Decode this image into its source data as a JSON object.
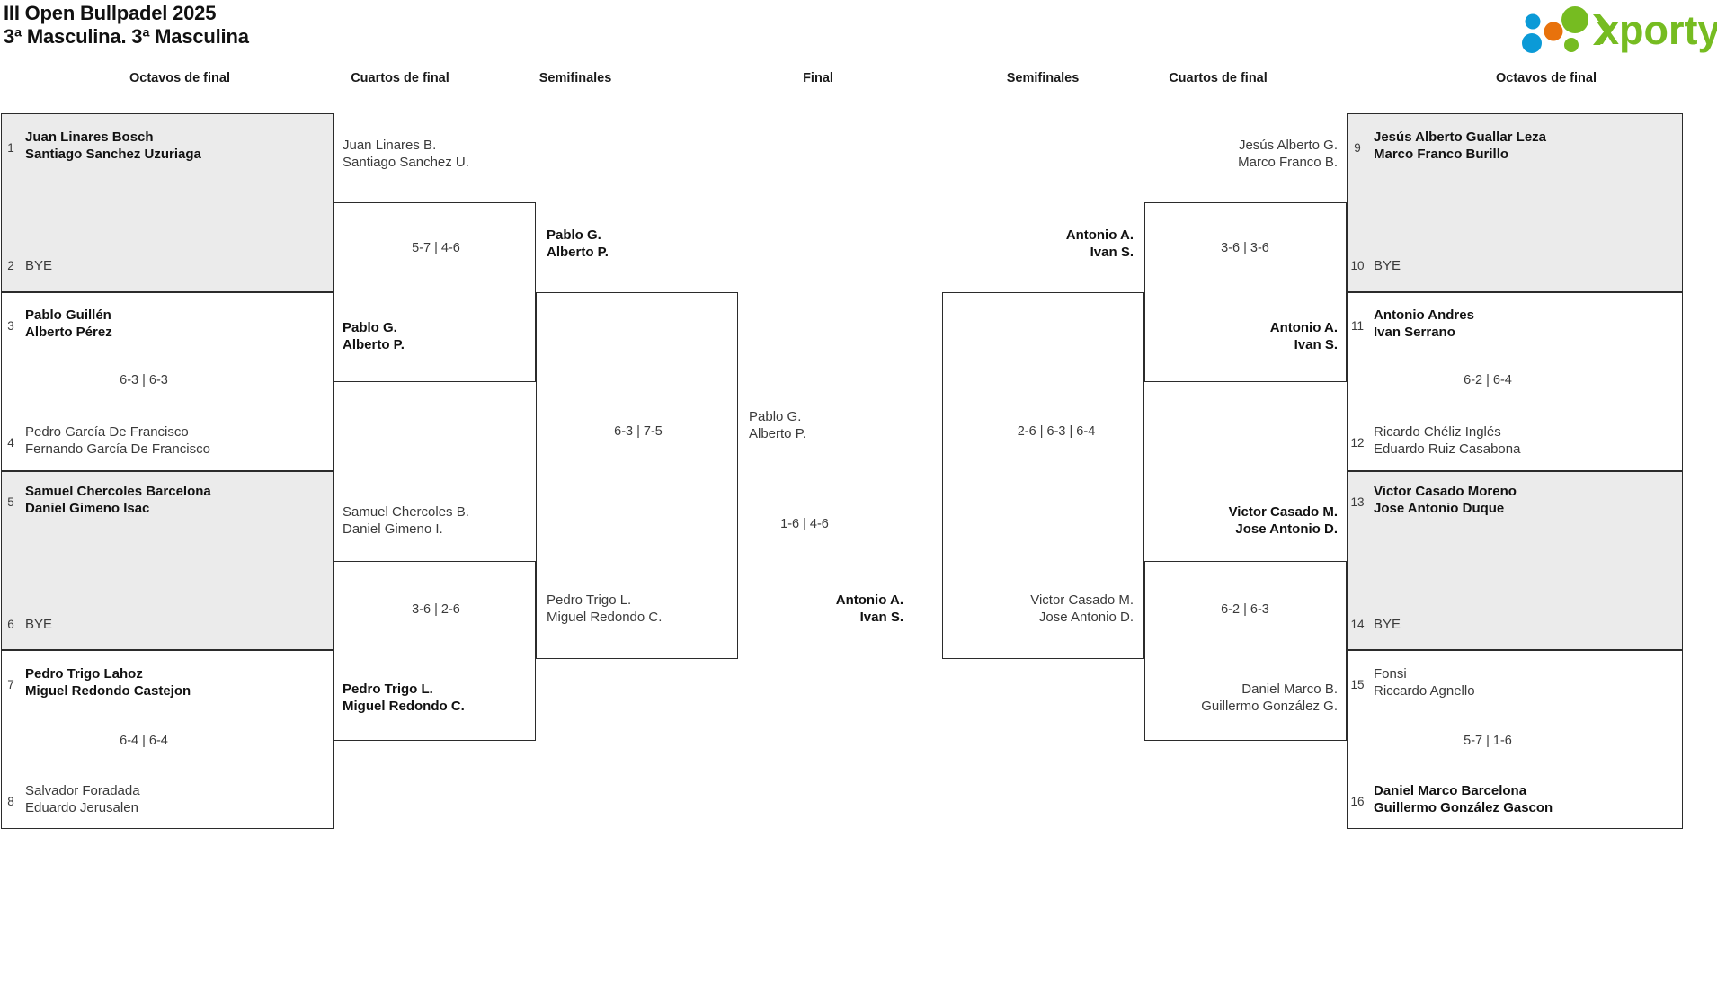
{
  "header": {
    "title_line1": "III Open Bullpadel 2025",
    "title_line2": "3ª Masculina. 3ª Masculina",
    "logo_text": "xporty",
    "logo_colors": {
      "green": "#76bc21",
      "blue": "#0b9ad7",
      "orange": "#e8720c"
    }
  },
  "round_labels": {
    "left_r16": "Octavos de final",
    "left_qf": "Cuartos de final",
    "left_sf": "Semifinales",
    "final": "Final",
    "right_sf": "Semifinales",
    "right_qf": "Cuartos de final",
    "right_r16": "Octavos de final"
  },
  "labels": {
    "bye": "BYE"
  },
  "bracket": {
    "left": {
      "r16": [
        {
          "seed_top": "1",
          "seed_bot": "2",
          "top": {
            "p1": "Juan Linares Bosch",
            "p2": "Santiago Sanchez Uzuriaga",
            "result": "win"
          },
          "bottom": {
            "p1": "BYE",
            "p2": "",
            "result": "bye"
          },
          "score": "",
          "shaded": true
        },
        {
          "seed_top": "3",
          "seed_bot": "4",
          "top": {
            "p1": "Pablo Guillén",
            "p2": "Alberto Pérez",
            "result": "win"
          },
          "bottom": {
            "p1": "Pedro García De Francisco",
            "p2": "Fernando García De Francisco",
            "result": "lose"
          },
          "score": "6-3 | 6-3",
          "shaded": false
        },
        {
          "seed_top": "5",
          "seed_bot": "6",
          "top": {
            "p1": "Samuel Chercoles Barcelona",
            "p2": "Daniel Gimeno Isac",
            "result": "win"
          },
          "bottom": {
            "p1": "BYE",
            "p2": "",
            "result": "bye"
          },
          "score": "",
          "shaded": true
        },
        {
          "seed_top": "7",
          "seed_bot": "8",
          "top": {
            "p1": "Pedro Trigo Lahoz",
            "p2": "Miguel Redondo Castejon",
            "result": "win"
          },
          "bottom": {
            "p1": "Salvador Foradada",
            "p2": "Eduardo Jerusalen",
            "result": "lose"
          },
          "score": "6-4 | 6-4",
          "shaded": false
        }
      ],
      "qf": [
        {
          "top": {
            "p1": "Juan Linares B.",
            "p2": "Santiago Sanchez U.",
            "result": "lose"
          },
          "bottom": {
            "p1": "Pablo G.",
            "p2": "Alberto P.",
            "result": "win"
          },
          "score": "5-7 | 4-6"
        },
        {
          "top": {
            "p1": "Samuel Chercoles B.",
            "p2": "Daniel Gimeno I.",
            "result": "lose"
          },
          "bottom": {
            "p1": "Pedro Trigo L.",
            "p2": "Miguel Redondo C.",
            "result": "win"
          },
          "score": "3-6 | 2-6"
        }
      ],
      "sf": [
        {
          "top": {
            "p1": "Pablo G.",
            "p2": "Alberto P.",
            "result": "win"
          },
          "bottom": {
            "p1": "Pedro Trigo L.",
            "p2": "Miguel Redondo C.",
            "result": "lose"
          },
          "score": "6-3 | 7-5"
        }
      ]
    },
    "final": {
      "top": {
        "p1": "Pablo G.",
        "p2": "Alberto P.",
        "result": "lose"
      },
      "bottom": {
        "p1": "Antonio A.",
        "p2": "Ivan S.",
        "result": "win"
      },
      "score": "1-6 | 4-6"
    },
    "right": {
      "sf": [
        {
          "top": {
            "p1": "Antonio A.",
            "p2": "Ivan S.",
            "result": "win"
          },
          "bottom": {
            "p1": "Victor Casado M.",
            "p2": "Jose Antonio D.",
            "result": "lose"
          },
          "score": "2-6 | 6-3 | 6-4"
        }
      ],
      "qf": [
        {
          "top": {
            "p1": "Jesús Alberto G.",
            "p2": "Marco Franco B.",
            "result": "lose"
          },
          "bottom": {
            "p1": "Antonio A.",
            "p2": "Ivan S.",
            "result": "win"
          },
          "score": "3-6 | 3-6"
        },
        {
          "top": {
            "p1": "Victor Casado M.",
            "p2": "Jose Antonio D.",
            "result": "win"
          },
          "bottom": {
            "p1": "Daniel Marco B.",
            "p2": "Guillermo González G.",
            "result": "lose"
          },
          "score": "6-2 | 6-3"
        }
      ],
      "r16": [
        {
          "seed_top": "9",
          "seed_bot": "10",
          "top": {
            "p1": "Jesús Alberto Guallar Leza",
            "p2": "Marco Franco Burillo",
            "result": "win"
          },
          "bottom": {
            "p1": "BYE",
            "p2": "",
            "result": "bye"
          },
          "score": "",
          "shaded": true
        },
        {
          "seed_top": "11",
          "seed_bot": "12",
          "top": {
            "p1": "Antonio Andres",
            "p2": "Ivan Serrano",
            "result": "win"
          },
          "bottom": {
            "p1": "Ricardo Chéliz Inglés",
            "p2": "Eduardo Ruiz Casabona",
            "result": "lose"
          },
          "score": "6-2 | 6-4",
          "shaded": false
        },
        {
          "seed_top": "13",
          "seed_bot": "14",
          "top": {
            "p1": "Victor Casado Moreno",
            "p2": "Jose Antonio Duque",
            "result": "win"
          },
          "bottom": {
            "p1": "BYE",
            "p2": "",
            "result": "bye"
          },
          "score": "",
          "shaded": true
        },
        {
          "seed_top": "15",
          "seed_bot": "16",
          "top": {
            "p1": "Fonsi",
            "p2": "Riccardo Agnello",
            "result": "lose"
          },
          "bottom": {
            "p1": "Daniel Marco Barcelona",
            "p2": "Guillermo González Gascon",
            "result": "win"
          },
          "score": "5-7 | 1-6",
          "shaded": false
        }
      ]
    }
  }
}
